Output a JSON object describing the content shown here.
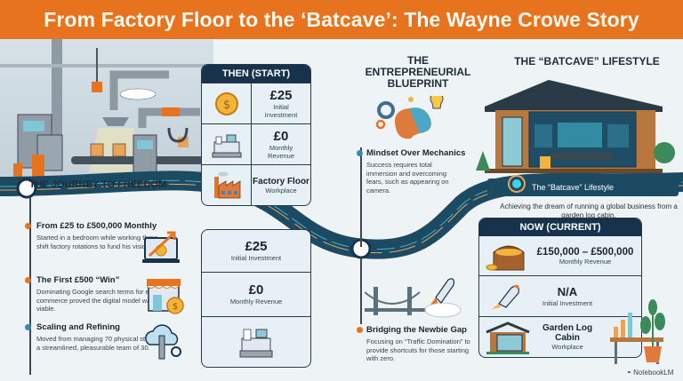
{
  "header": {
    "title": "From Factory Floor to the ‘Batcave’: The Wayne Crowe Story"
  },
  "then_card": {
    "title": "THEN (START)",
    "rows": [
      {
        "icon": "coin-icon",
        "value": "£25",
        "label": "Initial Investment"
      },
      {
        "icon": "cash-register-icon",
        "value": "£0",
        "label": "Monthly Revenue"
      },
      {
        "icon": "factory-icon",
        "value": "Factory Floor",
        "label": "Workplace"
      }
    ]
  },
  "then_card_lower": {
    "rows": [
      {
        "value": "£25",
        "label": "Initial Investment"
      },
      {
        "value": "£0",
        "label": "Monthly Revenue"
      },
      {
        "icon": "cash-register-icon"
      }
    ]
  },
  "journey": {
    "title": "THE JOURNEY TO FREEDOM",
    "milestones": [
      {
        "title": "From £25 to £500,000 Monthly",
        "text": "Started in a bedroom while working three-shift factory rotations to fund his vision.",
        "icon": "laptop-growth-icon"
      },
      {
        "title": "The First £500 “Win”",
        "text": "Dominating Google search terms for e-commerce proved the digital model was viable.",
        "icon": "storefront-icon"
      },
      {
        "title": "Scaling and Refining",
        "text": "Moved from managing 70 physical staff to a streamlined, pleasurable team of 30.",
        "icon": "cloud-wrench-icon"
      }
    ]
  },
  "blueprint": {
    "title_line1": "THE",
    "title_line2": "ENTREPRENEURIAL",
    "title_line3": "BLUEPRINT",
    "milestones": [
      {
        "title": "Mindset Over Mechanics",
        "text": "Success requires total immersion and overcoming fears, such as appearing on camera."
      },
      {
        "title": "Bridging the Newbie Gap",
        "text": "Focusing on “Traffic Domination” to provide shortcuts for those starting with zero."
      }
    ]
  },
  "batcave": {
    "title": "THE “BATCAVE” LIFESTYLE",
    "road_label": "The “Batcave” Lifestyle",
    "description": "Achieving the dream of running a global business from a garden log cabin."
  },
  "now_card": {
    "title": "NOW (CURRENT)",
    "rows": [
      {
        "icon": "treasure-chest-icon",
        "value": "£150,000 – £500,000",
        "label": "Monthly Revenue"
      },
      {
        "icon": "rocket-icon",
        "value": "N/A",
        "label": "Initial Investment"
      },
      {
        "icon": "log-cabin-icon",
        "value": "Garden Log Cabin",
        "label": "Workplace"
      }
    ]
  },
  "footer": {
    "brand": "NotebookLM"
  },
  "colors": {
    "header": "#e8731f",
    "navy": "#17324d",
    "road": "#1d4a63",
    "accent_orange": "#e8731f",
    "accent_teal": "#3fb6c9"
  }
}
